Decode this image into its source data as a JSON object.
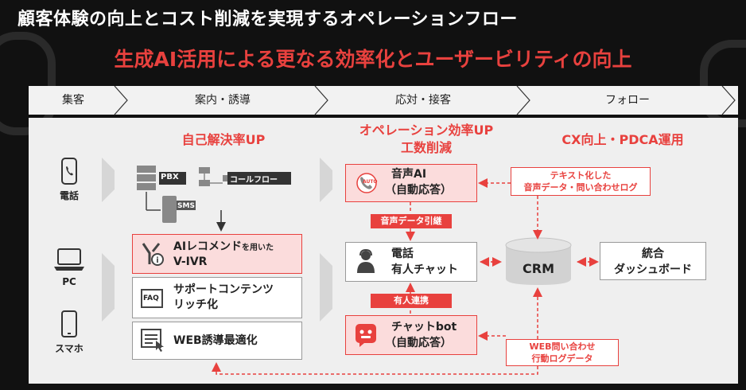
{
  "title": "顧客体験の向上とコスト削減を実現するオペレーションフロー",
  "subtitle": "生成AI活用による更なる効率化とユーザービリティの向上",
  "phases": [
    "集客",
    "案内・誘導",
    "応対・接客",
    "フォロー"
  ],
  "sections": {
    "guidance_header": "自己解決率UP",
    "operation_header_line1": "オペレーション効率UP",
    "operation_header_line2": "工数削減",
    "followup_header": "CX向上・PDCA運用"
  },
  "channels": {
    "phone": "電話",
    "pc": "PC",
    "smartphone": "スマホ"
  },
  "guidance": {
    "pbx": "PBX",
    "call_flow": "コールフロー",
    "sms": "SMS",
    "ivr_line1_big": "AIレコメンド",
    "ivr_line1_small": "を用いた",
    "ivr_line2": "V-IVR",
    "support_line1": "サポートコンテンツ",
    "support_line2": "リッチ化",
    "faq_icon_text": "FAQ",
    "web": "WEB誘導最適化"
  },
  "operation": {
    "voice_ai_line1": "音声AI",
    "voice_ai_line2": "（自動応答）",
    "auto_icon_text": "AUTO",
    "handoff_voice": "音声データ引継",
    "phone_chat_line1": "電話",
    "phone_chat_line2": "有人チャット",
    "handoff_chat": "有人連携",
    "chatbot_line1": "チャットbot",
    "chatbot_line2": "（自動応答）"
  },
  "followup": {
    "note_top_line1": "テキスト化した",
    "note_top_line2": "音声データ・問い合わせログ",
    "crm": "CRM",
    "dashboard_line1": "統合",
    "dashboard_line2": "ダッシュボード",
    "note_bottom_line1": "WEB問い合わせ",
    "note_bottom_line2": "行動ログデータ"
  },
  "colors": {
    "accent": "#e8413e",
    "pink_fill": "#fbdcdc",
    "panel": "#efefef",
    "background": "#111111"
  }
}
